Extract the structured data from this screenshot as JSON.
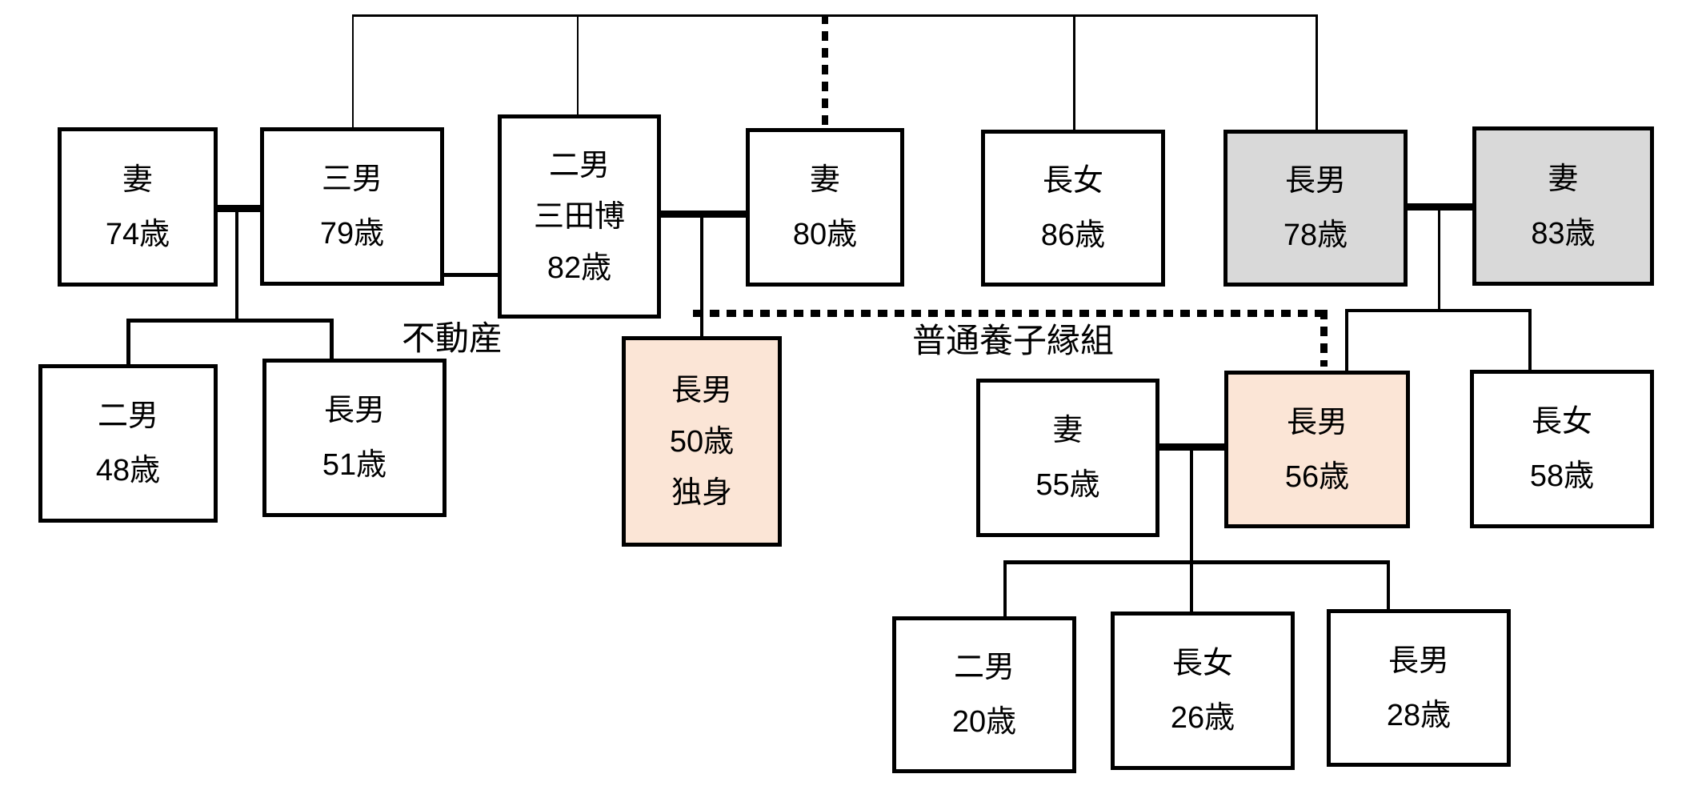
{
  "annotations": {
    "real_estate_label": "不動産",
    "adoption_label": "普通養子縁組"
  },
  "colors": {
    "line": "#000000",
    "background": "#ffffff",
    "highlight_peach": "#fbe5d6",
    "highlight_gray": "#d9d9d9"
  },
  "people": [
    {
      "id": "wife-74",
      "relation": "妻",
      "age": "74歳"
    },
    {
      "id": "son3-79",
      "relation": "三男",
      "age": "79歳"
    },
    {
      "id": "son2-82",
      "relation": "二男",
      "name": "三田博",
      "age": "82歳"
    },
    {
      "id": "wife-80",
      "relation": "妻",
      "age": "80歳"
    },
    {
      "id": "daughter-86",
      "relation": "長女",
      "age": "86歳"
    },
    {
      "id": "son1-78",
      "relation": "長男",
      "age": "78歳"
    },
    {
      "id": "wife-83",
      "relation": "妻",
      "age": "83歳"
    },
    {
      "id": "son2-48",
      "relation": "二男",
      "age": "48歳"
    },
    {
      "id": "son1-51",
      "relation": "長男",
      "age": "51歳"
    },
    {
      "id": "son1-50",
      "relation": "長男",
      "age": "50歳",
      "note": "独身"
    },
    {
      "id": "wife-55",
      "relation": "妻",
      "age": "55歳"
    },
    {
      "id": "son1-56",
      "relation": "長男",
      "age": "56歳"
    },
    {
      "id": "daughter-58",
      "relation": "長女",
      "age": "58歳"
    },
    {
      "id": "son2-20",
      "relation": "二男",
      "age": "20歳"
    },
    {
      "id": "daughter-26",
      "relation": "長女",
      "age": "26歳"
    },
    {
      "id": "son1-28",
      "relation": "長男",
      "age": "28歳"
    }
  ]
}
